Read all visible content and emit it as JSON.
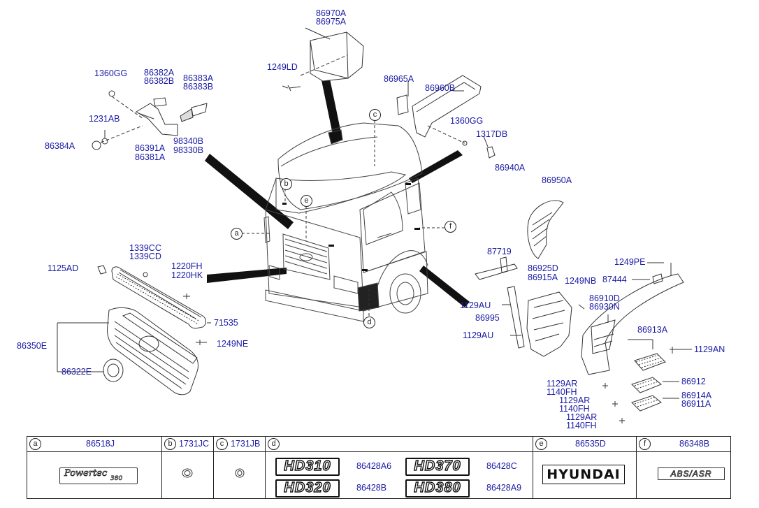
{
  "part_labels": {
    "p86970A": "86970A",
    "p86975A": "86975A",
    "p1249LD": "1249LD",
    "p86965A": "86965A",
    "p86960B": "86960B",
    "p1360GG_r": "1360GG",
    "p1317DB": "1317DB",
    "p86940A": "86940A",
    "p1360GG_l": "1360GG",
    "p86382A": "86382A",
    "p86382B": "86382B",
    "p86383A": "86383A",
    "p86383B": "86383B",
    "p1231AB": "1231AB",
    "p86384A": "86384A",
    "p86391A": "86391A",
    "p86381A": "86381A",
    "p98340B": "98340B",
    "p98330B": "98330B",
    "p1339CC": "1339CC",
    "p1339CD": "1339CD",
    "p1125AD": "1125AD",
    "p1220FH": "1220FH",
    "p1220HK": "1220HK",
    "p71535": "71535",
    "p86350E": "86350E",
    "p1249NE": "1249NE",
    "p86322E": "86322E",
    "p86950A": "86950A",
    "p87719": "87719",
    "p86925D": "86925D",
    "p86915A": "86915A",
    "p1249NB": "1249NB",
    "p1249PE": "1249PE",
    "p87444": "87444",
    "p86910D": "86910D",
    "p86930N": "86930N",
    "p1129AU_a": "1129AU",
    "p86995": "86995",
    "p1129AU_b": "1129AU",
    "p86913A": "86913A",
    "p1129AN": "1129AN",
    "p1129AR_a": "1129AR",
    "p1140FH_a": "1140FH",
    "p86912": "86912",
    "p1129AR_b": "1129AR",
    "p1140FH_b": "1140FH",
    "p86914A": "86914A",
    "p86911A": "86911A",
    "p1129AR_c": "1129AR",
    "p1140FH_c": "1140FH"
  },
  "callouts": {
    "a": "a",
    "b": "b",
    "c": "c",
    "d": "d",
    "e": "e",
    "f": "f"
  },
  "legend": {
    "a": {
      "tag": "a",
      "part": "86518J",
      "badge_line1": "Powertec",
      "badge_line2": "380"
    },
    "b": {
      "tag": "b",
      "part": "1731JC"
    },
    "c": {
      "tag": "c",
      "part": "1731JB"
    },
    "d": {
      "tag": "d",
      "items": [
        {
          "badge": "HD310",
          "part": "86428A6"
        },
        {
          "badge": "HD370",
          "part": "86428C"
        },
        {
          "badge": "HD320",
          "part": "86428B"
        },
        {
          "badge": "HD380",
          "part": "86428A9"
        }
      ]
    },
    "e": {
      "tag": "e",
      "part": "86535D",
      "badge": "HYUNDAI"
    },
    "f": {
      "tag": "f",
      "part": "86348B",
      "badge": "ABS/ASR"
    }
  }
}
